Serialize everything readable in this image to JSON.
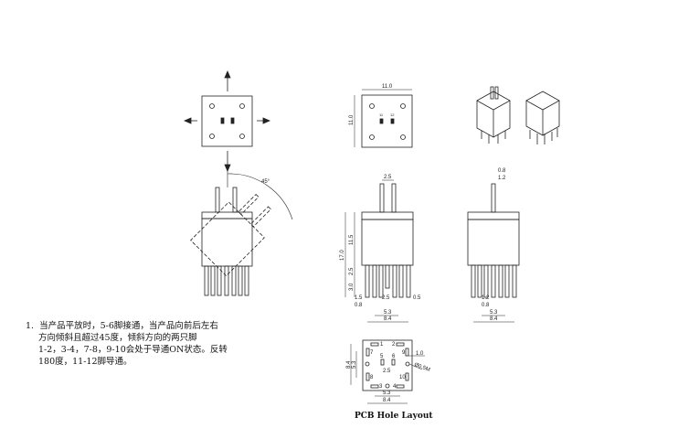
{
  "note": {
    "number": "1.",
    "lines": [
      "当产品平放时，5-6脚接通，当产品向前后左右",
      "方向倾斜且超过45度，倾斜方向的两只脚",
      "1-2，3-4，7-8，9-10会处于导通ON状态。反转",
      "180度，11-12脚导通。"
    ]
  },
  "tilt_view": {
    "angle_label": "45°"
  },
  "top_view": {
    "width": "11.0",
    "height": "11.0",
    "pin_a": "11",
    "pin_b": "12"
  },
  "front_view": {
    "pin_pitch_top": "2.5",
    "total_height": "17.0",
    "body_height": "11.5",
    "standoff": "2.5",
    "pin_length": "3.0",
    "d1": "1.5",
    "d2": "0.8",
    "d3": "2.5",
    "d4": "0.5",
    "d5": "5.3",
    "d6": "8.4"
  },
  "side_view": {
    "d1": "0.8",
    "d2": "1.2",
    "d3": "1.2",
    "d4": "0.8",
    "d5": "5.3",
    "d6": "8.4"
  },
  "pcb": {
    "caption": "PCB Hole Layout",
    "pins": [
      "1",
      "2",
      "3",
      "4",
      "5",
      "6",
      "7",
      "8",
      "9",
      "10"
    ],
    "dim_h1": "8.4",
    "dim_h2": "5.3",
    "pitch": "2.5",
    "pad": "1.0",
    "hole": "Ø0.5M",
    "dim_w1": "5.3",
    "dim_w2": "8.4"
  }
}
